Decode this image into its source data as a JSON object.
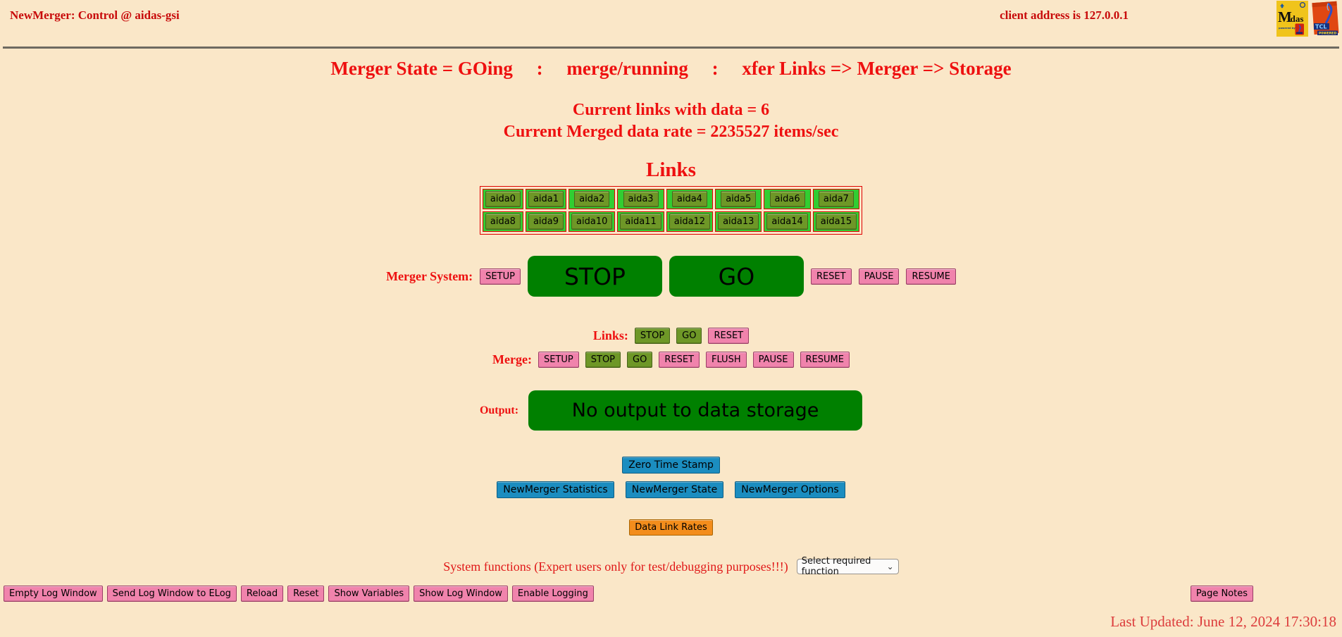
{
  "header": {
    "title": "NewMerger: Control @ aidas-gsi",
    "client_address": "client address is 127.0.0.1",
    "midas_logo": {
      "word": "Midas",
      "powered_by": "powered by"
    },
    "tcl_logo": {
      "word": "TCL",
      "powered": "POWERED"
    }
  },
  "status": {
    "state_line": "Merger State = GOing     :     merge/running     :     xfer Links => Merger => Storage",
    "links_with_data": "Current links with data = 6",
    "merged_rate": "Current Merged data rate = 2235527 items/sec"
  },
  "links_section": {
    "heading": "Links",
    "row1": [
      "aida0",
      "aida1",
      "aida2",
      "aida3",
      "aida4",
      "aida5",
      "aida6",
      "aida7"
    ],
    "row2": [
      "aida8",
      "aida9",
      "aida10",
      "aida11",
      "aida12",
      "aida13",
      "aida14",
      "aida15"
    ]
  },
  "merger_system": {
    "label": "Merger System:",
    "setup": "SETUP",
    "stop": "STOP",
    "go": "GO",
    "reset": "RESET",
    "pause": "PAUSE",
    "resume": "RESUME"
  },
  "links_controls": {
    "label": "Links:",
    "stop": "STOP",
    "go": "GO",
    "reset": "RESET"
  },
  "merge_controls": {
    "label": "Merge:",
    "setup": "SETUP",
    "stop": "STOP",
    "go": "GO",
    "reset": "RESET",
    "flush": "FLUSH",
    "pause": "PAUSE",
    "resume": "RESUME"
  },
  "output": {
    "label": "Output:",
    "status_button": "No output to data storage"
  },
  "actions": {
    "zero_time_stamp": "Zero Time Stamp",
    "statistics": "NewMerger Statistics",
    "state": "NewMerger State",
    "options": "NewMerger Options",
    "data_link_rates": "Data Link Rates"
  },
  "system_functions": {
    "label": "System functions (Expert users only for test/debugging purposes!!!)",
    "selected": "Select required function"
  },
  "footer": {
    "buttons": [
      "Empty Log Window",
      "Send Log Window to ELog",
      "Reload",
      "Reset",
      "Show Variables",
      "Show Log Window",
      "Enable Logging"
    ],
    "page_notes": "Page Notes",
    "last_updated": "Last Updated: June 12, 2024 17:30:18"
  },
  "colors": {
    "background": "#FAE7C8",
    "header_red": "#C80A0A",
    "bright_red": "#EE1010",
    "soft_red": "#DC3C3C",
    "pink_button": "#F083AC",
    "olive_button": "#6E9727",
    "cell_green": "#32CD32",
    "big_green": "#008000",
    "blue_button": "#1B8DC0",
    "orange_button": "#F38D1C",
    "table_border_red": "#E00000"
  }
}
